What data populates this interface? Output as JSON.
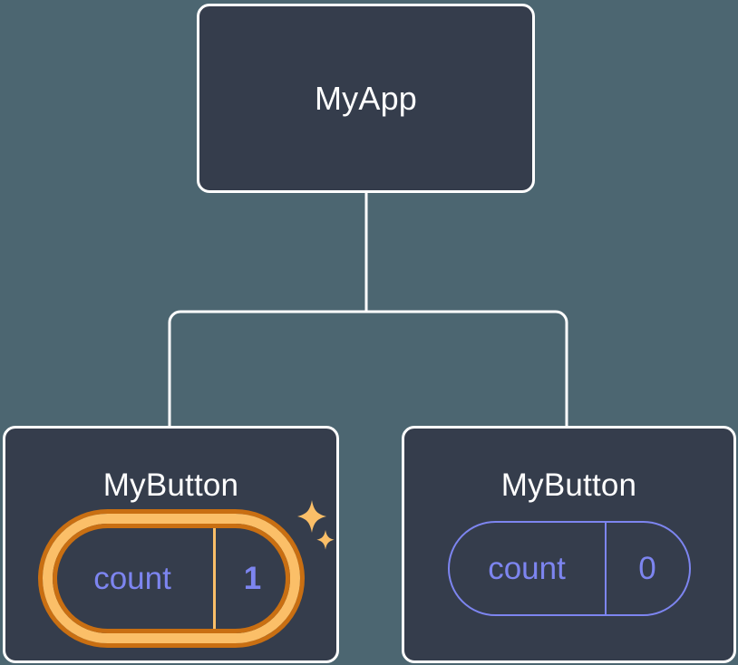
{
  "diagram": {
    "type": "component-tree",
    "background_color": "#4c6671",
    "node_fill_color": "#353d4c",
    "node_border_color": "#ffffff",
    "connector_color": "#ffffff",
    "accent_state_color": "#7d85f0",
    "highlight_color": "#fbbf68",
    "highlight_glow_color": "#c96f12",
    "sparkle_color": "#fbbf68"
  },
  "root": {
    "title": "MyApp"
  },
  "children": [
    {
      "title": "MyButton",
      "state": {
        "key": "count",
        "value": "1"
      },
      "highlighted": true,
      "sparkle_large": "sparkle-icon",
      "sparkle_small": "sparkle-icon"
    },
    {
      "title": "MyButton",
      "state": {
        "key": "count",
        "value": "0"
      },
      "highlighted": false
    }
  ]
}
